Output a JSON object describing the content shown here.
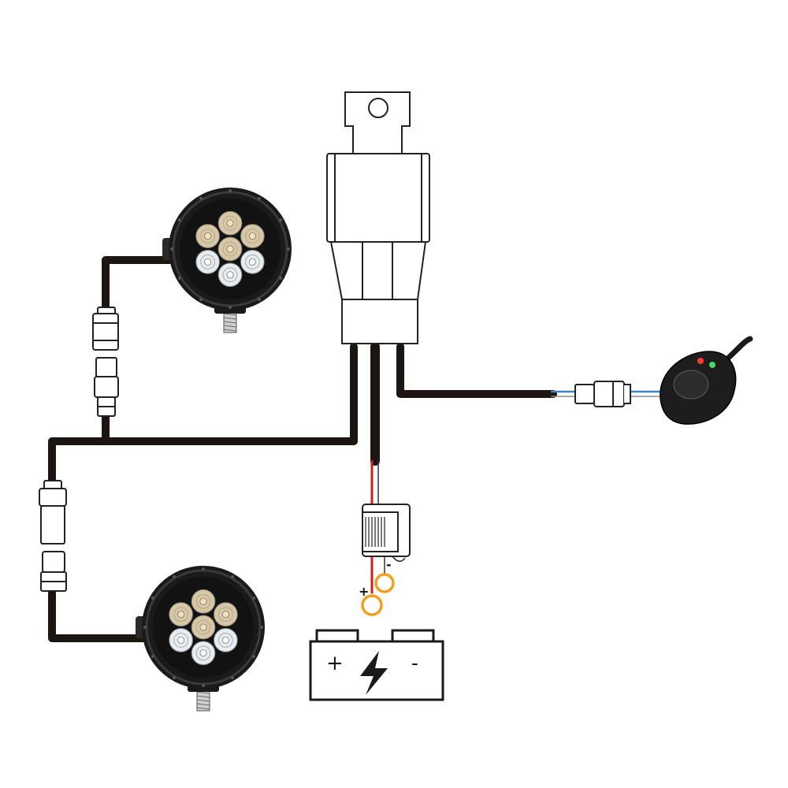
{
  "diagram": {
    "components": {
      "relay": {
        "icon": "relay-icon"
      },
      "lamp_top": {
        "icon": "led-spotlight-icon",
        "led_count": 7
      },
      "lamp_bottom": {
        "icon": "led-spotlight-icon",
        "led_count": 7
      },
      "switch": {
        "icon": "push-button-switch-icon",
        "indicators": [
          "red",
          "green"
        ]
      },
      "fuse": {
        "icon": "inline-fuse-holder-icon"
      },
      "battery": {
        "icon": "battery-icon",
        "positive_label": "+",
        "negative_label": "-",
        "symbol": "lightning-bolt-icon"
      },
      "terminals": {
        "positive_label": "+",
        "negative_label": "-"
      }
    },
    "colors": {
      "wire_black": "#1c1512",
      "wire_red": "#cc1f1f",
      "wire_blue": "#3a86c8",
      "ring_terminal": "#f0a020",
      "lamp_body": "#1a1a1a",
      "led_warm": "#d8c7a0",
      "led_cool": "#e6ecef",
      "switch_red": "#ff3b30",
      "switch_green": "#4cd964"
    }
  }
}
